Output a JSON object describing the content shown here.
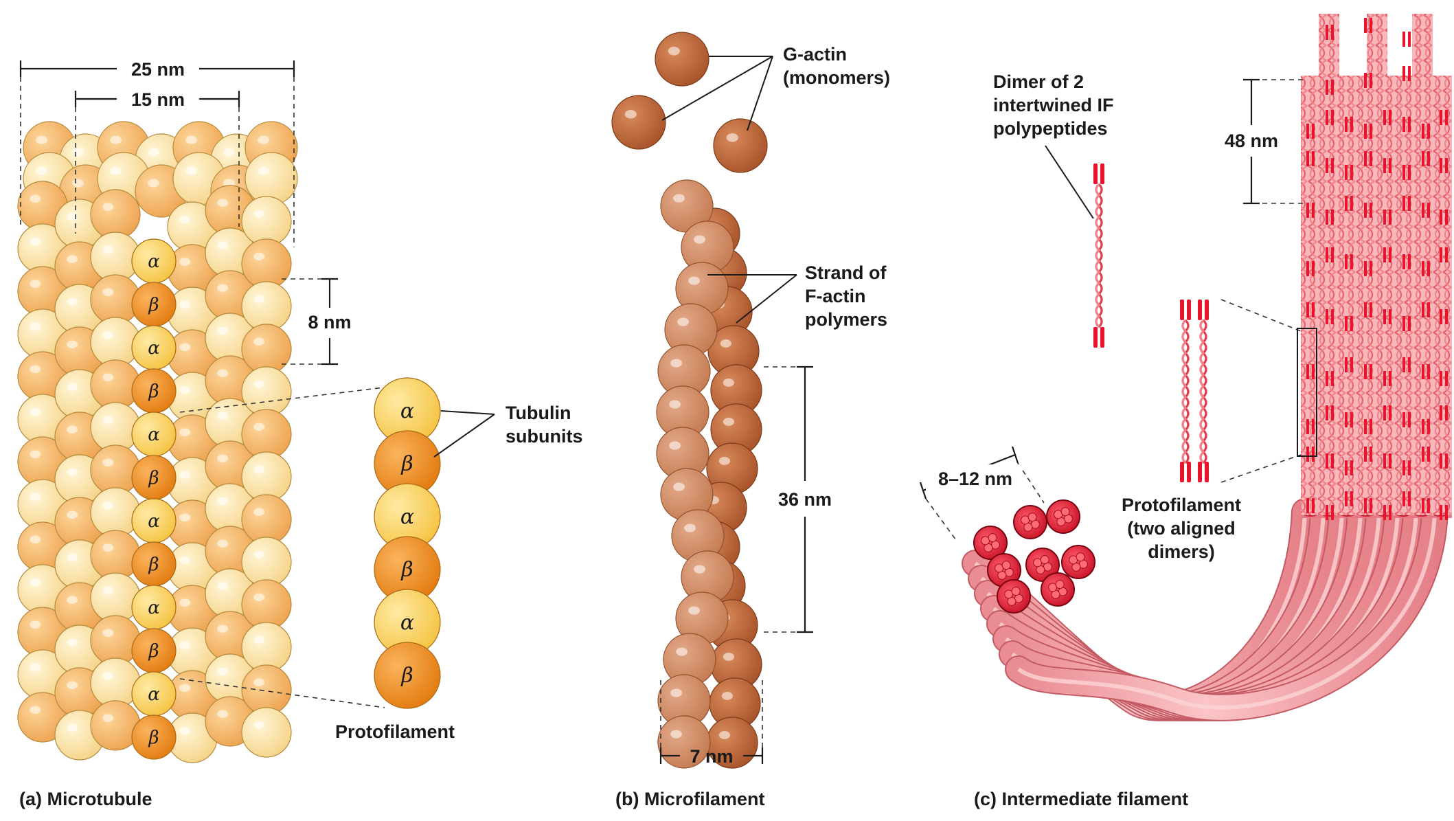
{
  "colors": {
    "tubulin_light": "#fbe3a6",
    "tubulin_mid": "#f7b968",
    "alpha": "#fbd36d",
    "beta": "#f39024",
    "actin_dark": "#b8653a",
    "actin_light": "#cf8a63",
    "if_pink": "#f7a1a6",
    "if_red": "#e8142c",
    "label": "#1a1a1a"
  },
  "panel_a": {
    "caption": "(a) Microtubule",
    "dim_outer": "25 nm",
    "dim_inner": "15 nm",
    "dim_dimer": "8 nm",
    "label_subunits_1": "Tubulin",
    "label_subunits_2": "subunits",
    "label_protofilament": "Protofilament",
    "alpha_symbol": "α",
    "beta_symbol": "β"
  },
  "panel_b": {
    "caption": "(b) Microfilament",
    "label_monomers_1": "G-actin",
    "label_monomers_2": "(monomers)",
    "label_strand_1": "Strand of",
    "label_strand_2": "F-actin",
    "label_strand_3": "polymers",
    "dim_repeat": "36 nm",
    "dim_width": "7 nm"
  },
  "panel_c": {
    "caption": "(c) Intermediate filament",
    "label_dimer_1": "Dimer of 2",
    "label_dimer_2": "intertwined IF",
    "label_dimer_3": "polypeptides",
    "dim_repeat": "48 nm",
    "dim_width": "8–12 nm",
    "label_proto_1": "Protofilament",
    "label_proto_2": "(two aligned",
    "label_proto_3": "dimers)"
  }
}
